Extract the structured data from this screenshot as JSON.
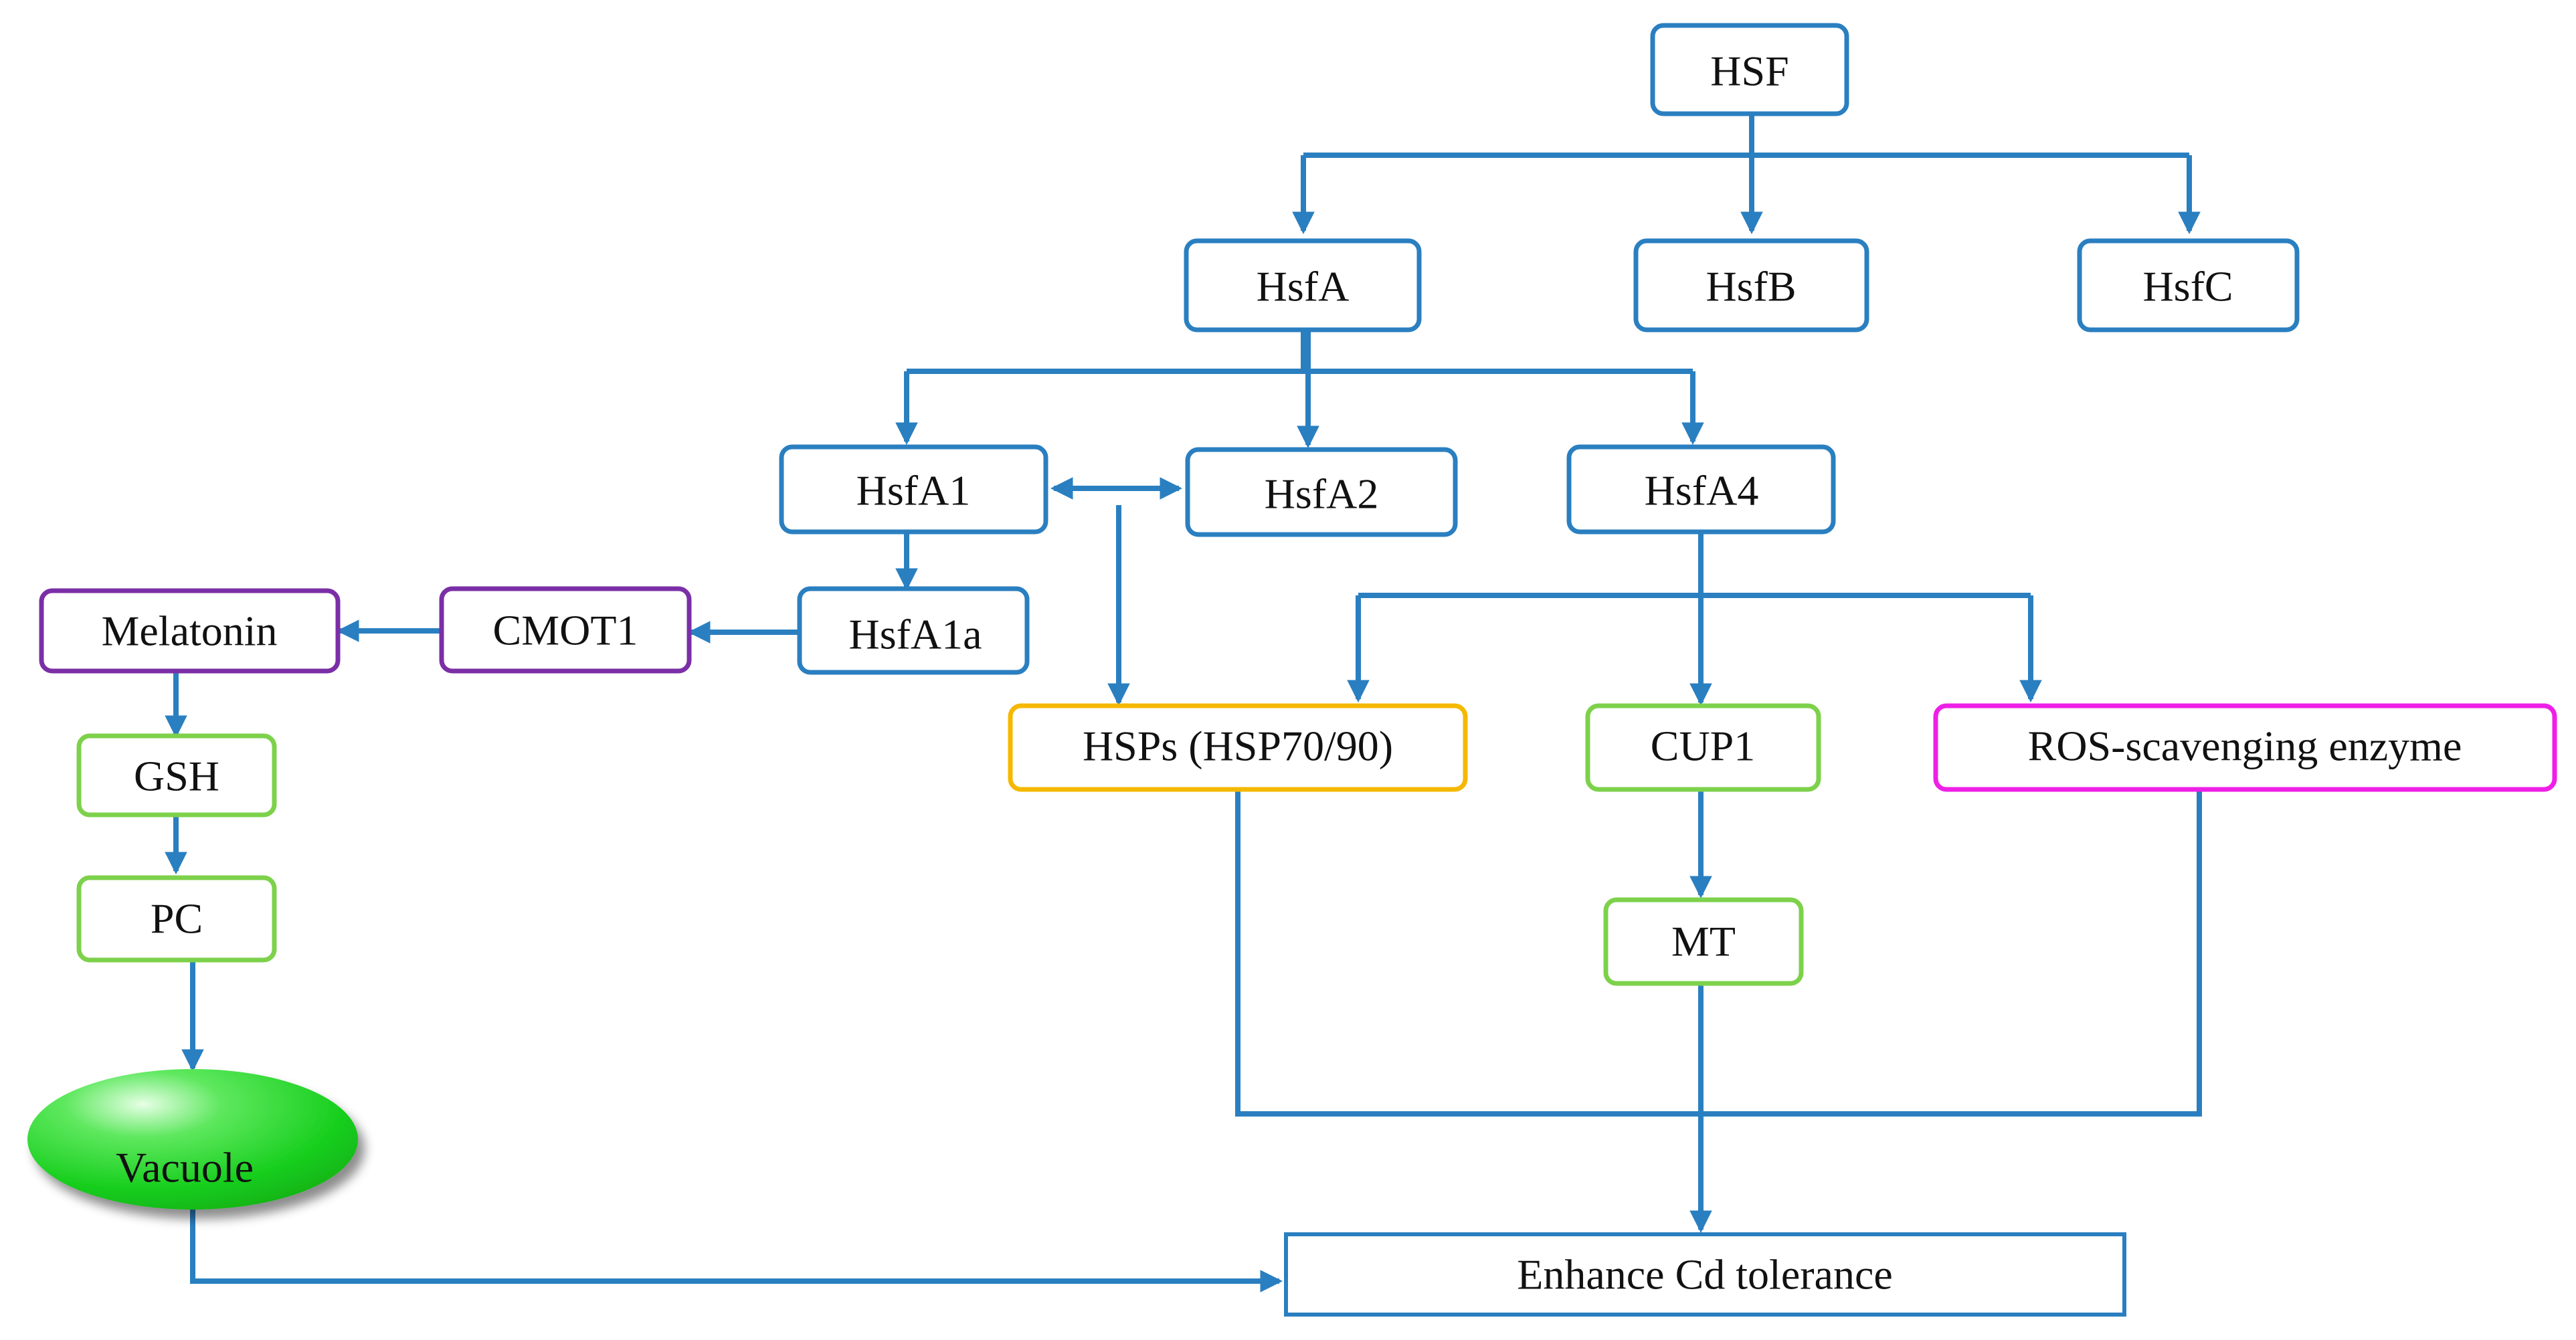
{
  "nodes": {
    "hsf": "HSF",
    "hsfa": "HsfA",
    "hsfb": "HsfB",
    "hsfc": "HsfC",
    "hsfa1": "HsfA1",
    "hsfa2": "HsfA2",
    "hsfa4": "HsfA4",
    "hsfa1a": "HsfA1a",
    "cmot1": "CMOT1",
    "melatonin": "Melatonin",
    "gsh": "GSH",
    "pc": "PC",
    "vacuole": "Vacuole",
    "hsps": "HSPs (HSP70/90)",
    "cup1": "CUP1",
    "ros": "ROS-scavenging enzyme",
    "mt": "MT",
    "outcome": "Enhance Cd tolerance"
  },
  "colors": {
    "arrow": "#2a7fc0",
    "hsf_family_border": "#2a7fc0",
    "melatonin_pathway_border": "#7b2fa6",
    "glutathione_border": "#7dd14b",
    "hsp_border": "#f5b800",
    "ros_border": "#ee1fe6",
    "vacuole_fill": "#22d32a",
    "text": "#111111"
  }
}
